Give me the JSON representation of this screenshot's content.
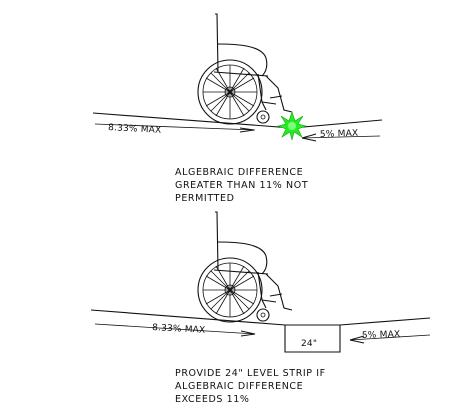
{
  "top_detail": {
    "left_slope_label": "8.33% MAX",
    "right_slope_label": "5% MAX",
    "note_lines": [
      "ALGEBRAIC DIFFERENCE",
      "GREATER THAN 11% NOT",
      "PERMITTED"
    ],
    "marker_color": "#22ee22"
  },
  "bottom_detail": {
    "left_slope_label": "8.33% MAX",
    "right_slope_label": "5% MAX",
    "strip_label": "24\"",
    "note_lines": [
      "PROVIDE 24\" LEVEL STRIP IF",
      "ALGEBRAIC DIFFERENCE",
      "EXCEEDS 11%"
    ]
  }
}
